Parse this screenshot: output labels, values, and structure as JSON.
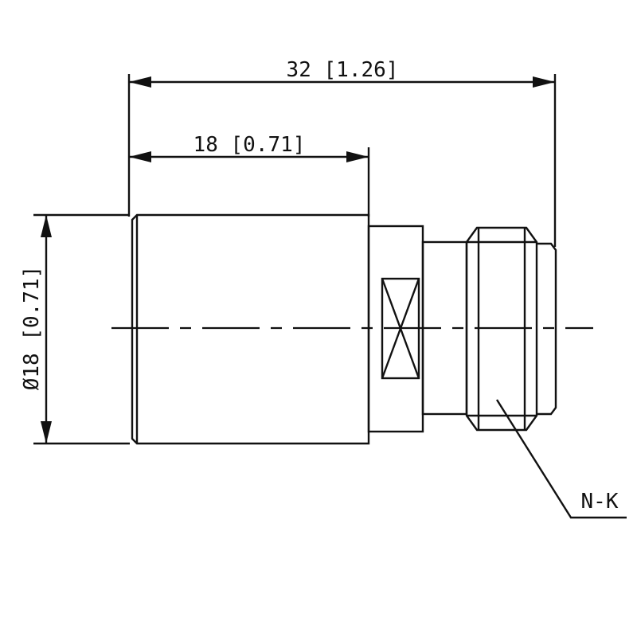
{
  "drawing": {
    "dimensions": {
      "overall_length": "32 [1.26]",
      "body_length": "18 [0.71]",
      "diameter": "Ø18 [0.71]"
    },
    "callout": "N-K"
  }
}
